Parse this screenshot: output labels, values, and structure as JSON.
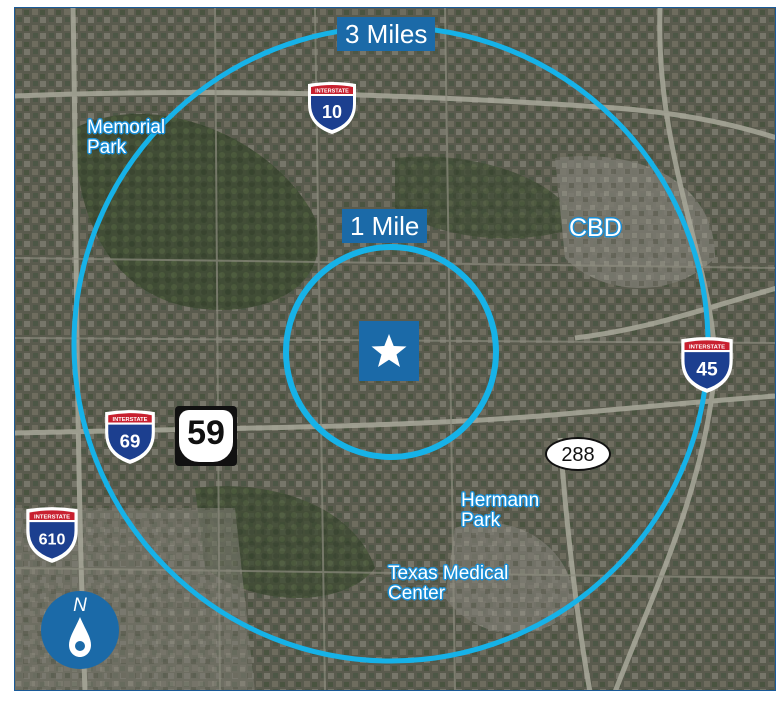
{
  "map": {
    "ring_labels": {
      "outer": "3 Miles",
      "inner": "1 Mile"
    },
    "ring_color": "#16b2e8",
    "label_box_color": "#1b6aa8",
    "places": {
      "memorial_park": [
        "Memorial",
        "Park"
      ],
      "cbd": "CBD",
      "hermann_park": [
        "Hermann",
        "Park"
      ],
      "texas_medical_center": [
        "Texas Medical",
        "Center"
      ]
    },
    "highways": {
      "i10": {
        "type": "INTERSTATE",
        "number": "10"
      },
      "i45": {
        "type": "INTERSTATE",
        "number": "45"
      },
      "i69": {
        "type": "INTERSTATE",
        "number": "69"
      },
      "i610": {
        "type": "INTERSTATE",
        "number": "610"
      },
      "us59": {
        "number": "59"
      },
      "sr288": {
        "number": "288"
      }
    },
    "compass": {
      "label": "N"
    },
    "center_marker": "star-icon"
  }
}
